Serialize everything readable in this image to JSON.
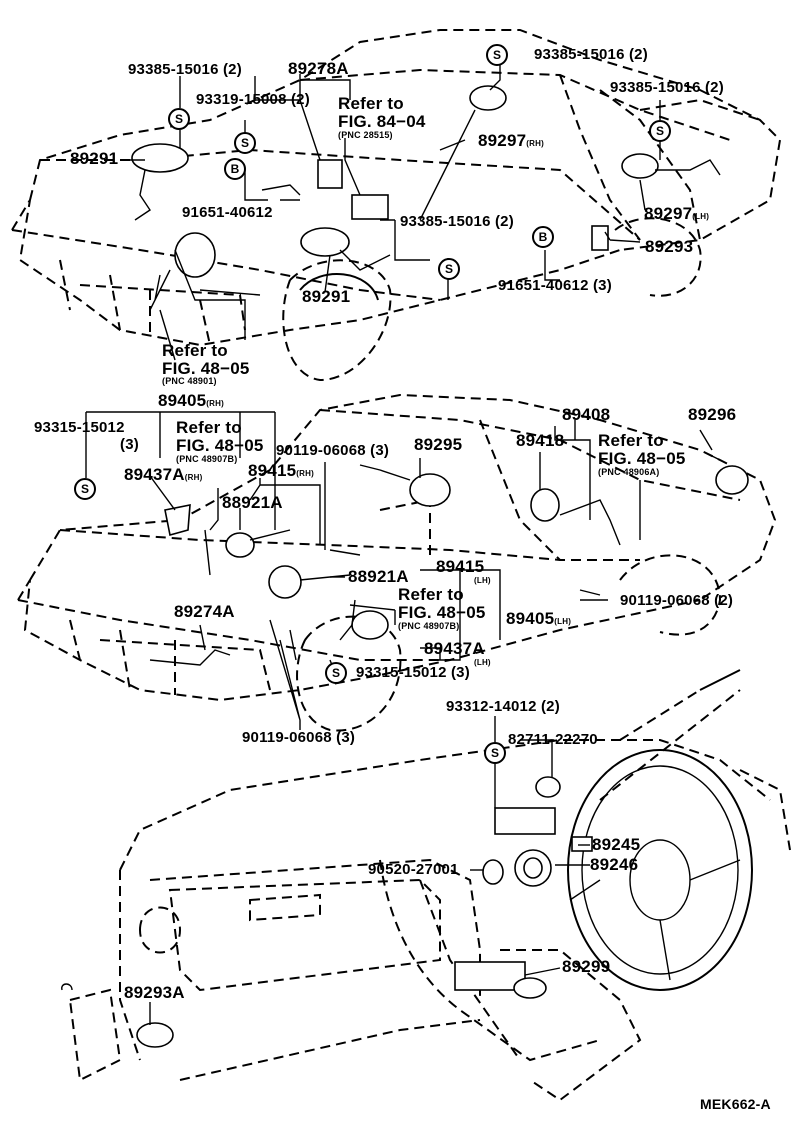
{
  "diagram_code": "MEK662-A",
  "symbols": {
    "s": "S",
    "b": "B"
  },
  "refer": {
    "fig_84_04": {
      "line1": "Refer to",
      "line2": "FIG. 84−04",
      "pnc": "(PNC 28515)"
    },
    "fig_48_05_a": {
      "line1": "Refer to",
      "line2": "FIG. 48−05",
      "pnc": "(PNC 48901)"
    },
    "fig_48_05_b": {
      "line1": "Refer to",
      "line2": "FIG. 48−05",
      "pnc": "(PNC 48907B)"
    },
    "fig_48_05_c": {
      "line1": "Refer to",
      "line2": "FIG. 48−05",
      "pnc": "(PNC 48906A)"
    },
    "fig_48_05_d": {
      "line1": "Refer to",
      "line2": "FIG. 48−05",
      "pnc": "(PNC 48907B)"
    }
  },
  "labels": {
    "p93385_a": "93385-15016 (2)",
    "p89278a": "89278A",
    "p93319": "93319-15008 (2)",
    "p89291_a": "89291",
    "p91651_a": "91651-40612",
    "p93385_b": "93385-15016 (2)",
    "p93385_c": "93385-15016 (2)",
    "p89297_rh": "89297",
    "rh": "(RH)",
    "p93385_d": "93385-15016 (2)",
    "p89297_lh": "89297",
    "lh": "(LH)",
    "p89293": "89293",
    "p91651_b": "91651-40612 (3)",
    "p89291_b": "89291",
    "p89405_rh": "89405",
    "p93315_a": "93315-15012",
    "p93315_a_qty": "(3)",
    "p89437a_rh": "89437A",
    "p89415_rh": "89415",
    "p88921a_a": "88921A",
    "p90119_a": "90119-06068 (3)",
    "p89295": "89295",
    "p89408": "89408",
    "p89418": "89418",
    "p89296": "89296",
    "p88921a_b": "88921A",
    "p89415_lh": "89415",
    "p90119_b": "90119-06068 (2)",
    "p89274a": "89274A",
    "p89405_lh": "89405",
    "p89437a_lh": "89437A",
    "p93315_b": "93315-15012 (3)",
    "p90119_c": "90119-06068 (3)",
    "p93312": "93312-14012 (2)",
    "p82711": "82711-22270",
    "p89245": "89245",
    "p90520": "90520-27001",
    "p89246": "89246",
    "p89299": "89299",
    "p89293a": "89293A"
  }
}
